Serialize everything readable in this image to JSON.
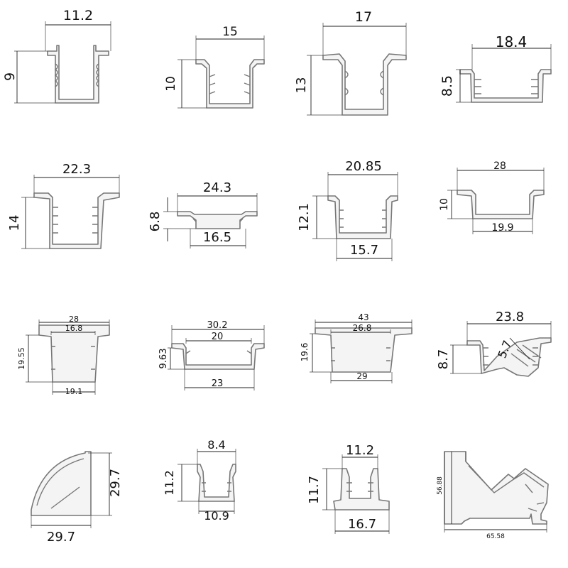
{
  "profiles": [
    {
      "id": "p1",
      "dims": [
        "11.2",
        "9"
      ]
    },
    {
      "id": "p2",
      "dims": [
        "15",
        "10"
      ]
    },
    {
      "id": "p3",
      "dims": [
        "17",
        "13"
      ]
    },
    {
      "id": "p4",
      "dims": [
        "18.4",
        "8.5"
      ]
    },
    {
      "id": "p5",
      "dims": [
        "22.3",
        "14"
      ]
    },
    {
      "id": "p6",
      "dims": [
        "24.3",
        "6.8",
        "16.5"
      ]
    },
    {
      "id": "p7",
      "dims": [
        "20.85",
        "12.1",
        "15.7"
      ]
    },
    {
      "id": "p8",
      "dims": [
        "28",
        "10",
        "19.9"
      ]
    },
    {
      "id": "p9",
      "dims": [
        "28",
        "16.8",
        "19.55",
        "19.1"
      ]
    },
    {
      "id": "p10",
      "dims": [
        "30.2",
        "20",
        "9.63",
        "23"
      ]
    },
    {
      "id": "p11",
      "dims": [
        "43",
        "26.8",
        "19.6",
        "29"
      ]
    },
    {
      "id": "p12",
      "dims": [
        "23.8",
        "8.7",
        "5.7"
      ]
    },
    {
      "id": "p13",
      "dims": [
        "29.7",
        "29.7"
      ]
    },
    {
      "id": "p14",
      "dims": [
        "8.4",
        "11.2",
        "10.9"
      ]
    },
    {
      "id": "p15",
      "dims": [
        "11.2",
        "11.7",
        "16.7"
      ]
    },
    {
      "id": "p16",
      "dims": [
        "56.88",
        "65.58"
      ]
    }
  ]
}
